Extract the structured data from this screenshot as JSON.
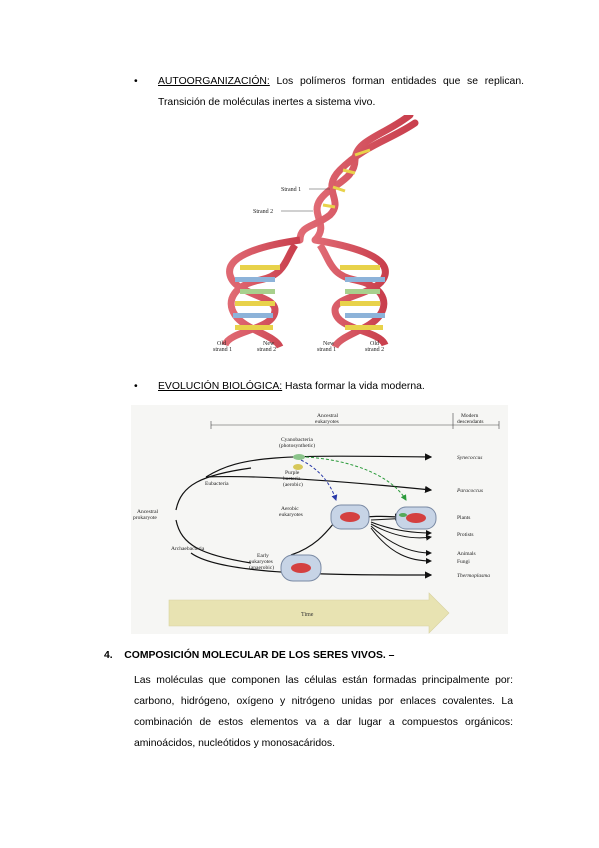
{
  "bullets": [
    {
      "symbol": "•",
      "heading": "AUTOORGANIZACIÓN:",
      "text": " Los polímeros forman entidades que se replican. Transición de moléculas inertes a sistema vivo."
    },
    {
      "symbol": "•",
      "heading": "EVOLUCIÓN BIOLÓGICA:",
      "text": " Hasta formar la vida moderna."
    }
  ],
  "dna_figure": {
    "strand1": "Strand 1",
    "strand2": "Strand 2",
    "old_strand_1": "Old",
    "old_strand_1b": "strand 1",
    "new_strand_2": "New",
    "new_strand_2b": "strand 2",
    "new_strand_1": "New",
    "new_strand_1b": "strand 1",
    "old_strand_2": "Old",
    "old_strand_2b": "strand 2"
  },
  "evolution_figure": {
    "ancestral_eukaryotes": "Ancestral",
    "ancestral_eukaryotes_b": "eukaryotes",
    "modern": "Modern",
    "descendants": "descendants",
    "cyanobacteria": "Cyanobacteria",
    "photosynthetic": "(photosynthetic)",
    "purple": "Purple",
    "bacteria": "bacteria",
    "aerobic": "(aerobic)",
    "eubacteria": "Eubacteria",
    "ancestral_prokaryote": "Ancestral",
    "ancestral_prokaryote_b": "prokaryote",
    "aerobic_eukaryotes": "Aerobic",
    "aerobic_eukaryotes_b": "eukaryotes",
    "archaebacteria": "Archaebacteria",
    "early": "Early",
    "eukaryotes": "eukaryotes",
    "anaerobic": "(anaerobic)",
    "synechococcus": "Synecoccus",
    "paracoccus": "Paracoccus",
    "plants": "Plants",
    "protists": "Protists",
    "animals": "Animals",
    "fungi": "Fungi",
    "thermoplasma": "Thermoplasma",
    "time": "Time"
  },
  "section": {
    "number": "4.",
    "title": "COMPOSICIÓN MOLECULAR DE LOS SERES VIVOS. –",
    "lines": [
      "Las moléculas que componen las células están formadas principalmente por:",
      "carbono, hidrógeno, oxígeno y nitrógeno unidas por enlaces covalentes. La",
      "combinación de estos elementos va a dar lugar a compuestos orgánicos:",
      "aminoácidos, nucleótidos y monosacáridos."
    ]
  },
  "colors": {
    "helix": "#d9515e",
    "base_yellow": "#e8d24a",
    "base_blue": "#8db3d9",
    "arrow": "#e8e3b2"
  }
}
